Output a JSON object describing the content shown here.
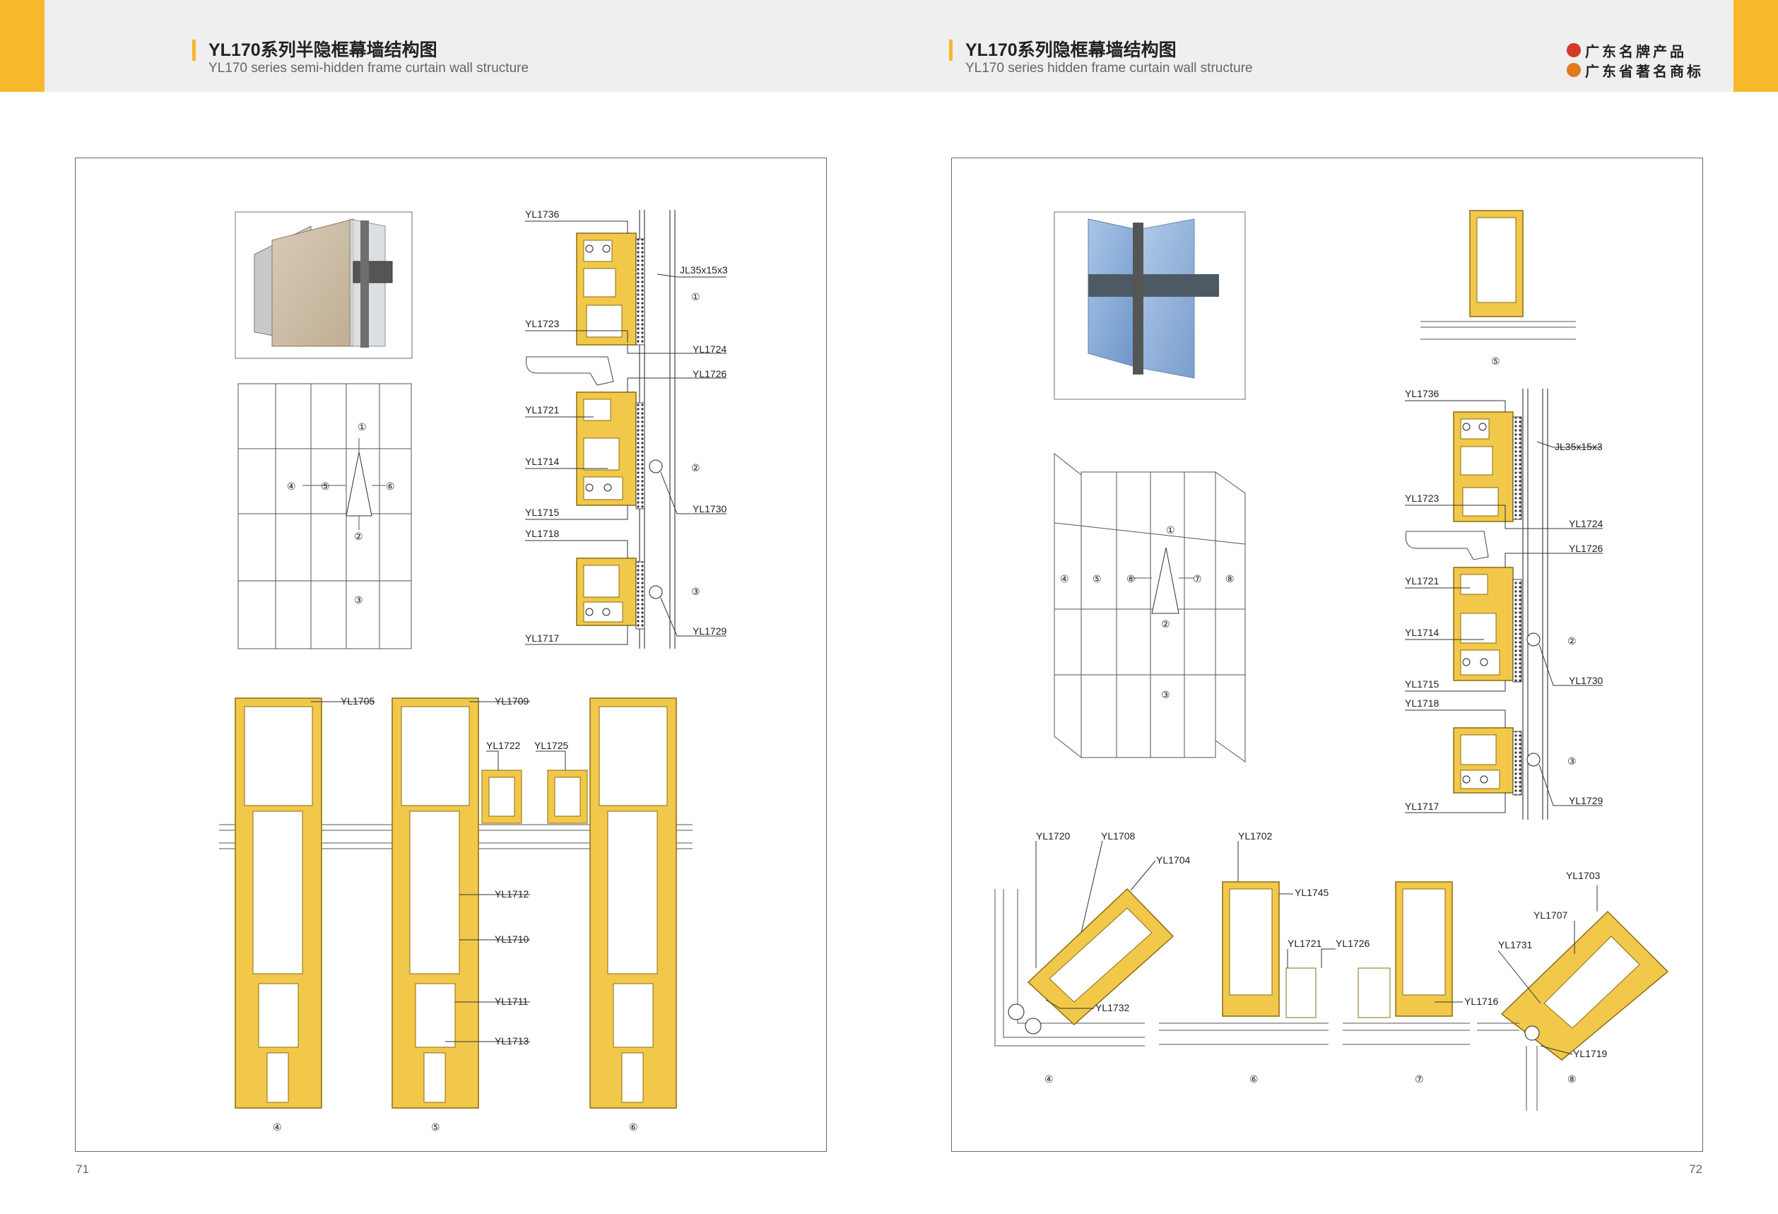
{
  "header": {
    "left": {
      "title": "YL170系列半隐框幕墙结构图",
      "subtitle": "YL170 series semi-hidden frame curtain wall structure"
    },
    "right": {
      "title": "YL170系列隐框幕墙结构图",
      "subtitle": "YL170 series hidden frame curtain wall structure"
    },
    "badges": [
      {
        "text": "广东名牌产品",
        "color": "#d23b2a"
      },
      {
        "text": "广东省著名商标",
        "color": "#e07a1f"
      }
    ]
  },
  "colors": {
    "accent": "#f8b82d",
    "profile": "#f2c84a",
    "profile_stroke": "#8a6d12"
  },
  "left_page": {
    "page_number": "71",
    "section_labels": {
      "top": "YL1736",
      "jl": "JL35x15x3",
      "l1723": "YL1723",
      "l1724": "YL1724",
      "l1726": "YL1726",
      "l1721": "YL1721",
      "l1714": "YL1714",
      "l1715": "YL1715",
      "l1718": "YL1718",
      "l1730": "YL1730",
      "l1729": "YL1729",
      "l1717": "YL1717"
    },
    "markers": {
      "m1": "①",
      "m2": "②",
      "m3": "③",
      "m4": "④",
      "m5": "⑤",
      "m6": "⑥"
    },
    "plan_labels": {
      "a": "YL1705",
      "b": "YL1709",
      "c": "YL1722",
      "d": "YL1725",
      "e": "YL1712",
      "f": "YL1710",
      "g": "YL1711",
      "h": "YL1713"
    }
  },
  "right_page": {
    "page_number": "72",
    "markers": {
      "m1": "①",
      "m2": "②",
      "m3": "③",
      "m4": "④",
      "m5": "⑤",
      "m6": "⑥",
      "m7": "⑦",
      "m8": "⑧"
    },
    "section_labels": {
      "top": "YL1736",
      "jl": "JL35x15x3",
      "l1723": "YL1723",
      "l1724": "YL1724",
      "l1726": "YL1726",
      "l1721": "YL1721",
      "l1714": "YL1714",
      "l1715": "YL1715",
      "l1718": "YL1718",
      "l1730": "YL1730",
      "l1729": "YL1729",
      "l1717": "YL1717"
    },
    "plan_labels": {
      "a": "YL1720",
      "b": "YL1708",
      "c": "YL1704",
      "d": "YL1732",
      "e": "YL1702",
      "f": "YL1745",
      "g": "YL1721",
      "h": "YL1726",
      "i": "YL1716",
      "j": "YL1703",
      "k": "YL1707",
      "l": "YL1731",
      "m": "YL1719"
    }
  }
}
